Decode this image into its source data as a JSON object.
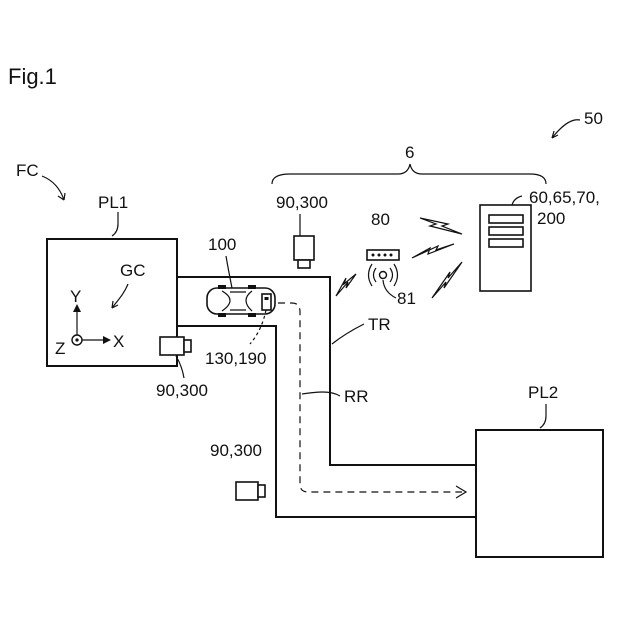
{
  "figure": {
    "title": "Fig.1"
  },
  "labels": {
    "system": "50",
    "facility": "FC",
    "server_group": "6",
    "parking_1": "PL1",
    "parking_2": "PL2",
    "global_coord": "GC",
    "axis_y": "Y",
    "axis_x": "X",
    "axis_z": "Z",
    "vehicle": "100",
    "vehicle_unit": "130,190",
    "camera_top": "90,300",
    "camera_left": "90,300",
    "camera_bottom": "90,300",
    "access_point": "80",
    "antenna": "81",
    "server_line1": "60,65,70,",
    "server_line2": "200",
    "track": "TR",
    "route": "RR"
  }
}
